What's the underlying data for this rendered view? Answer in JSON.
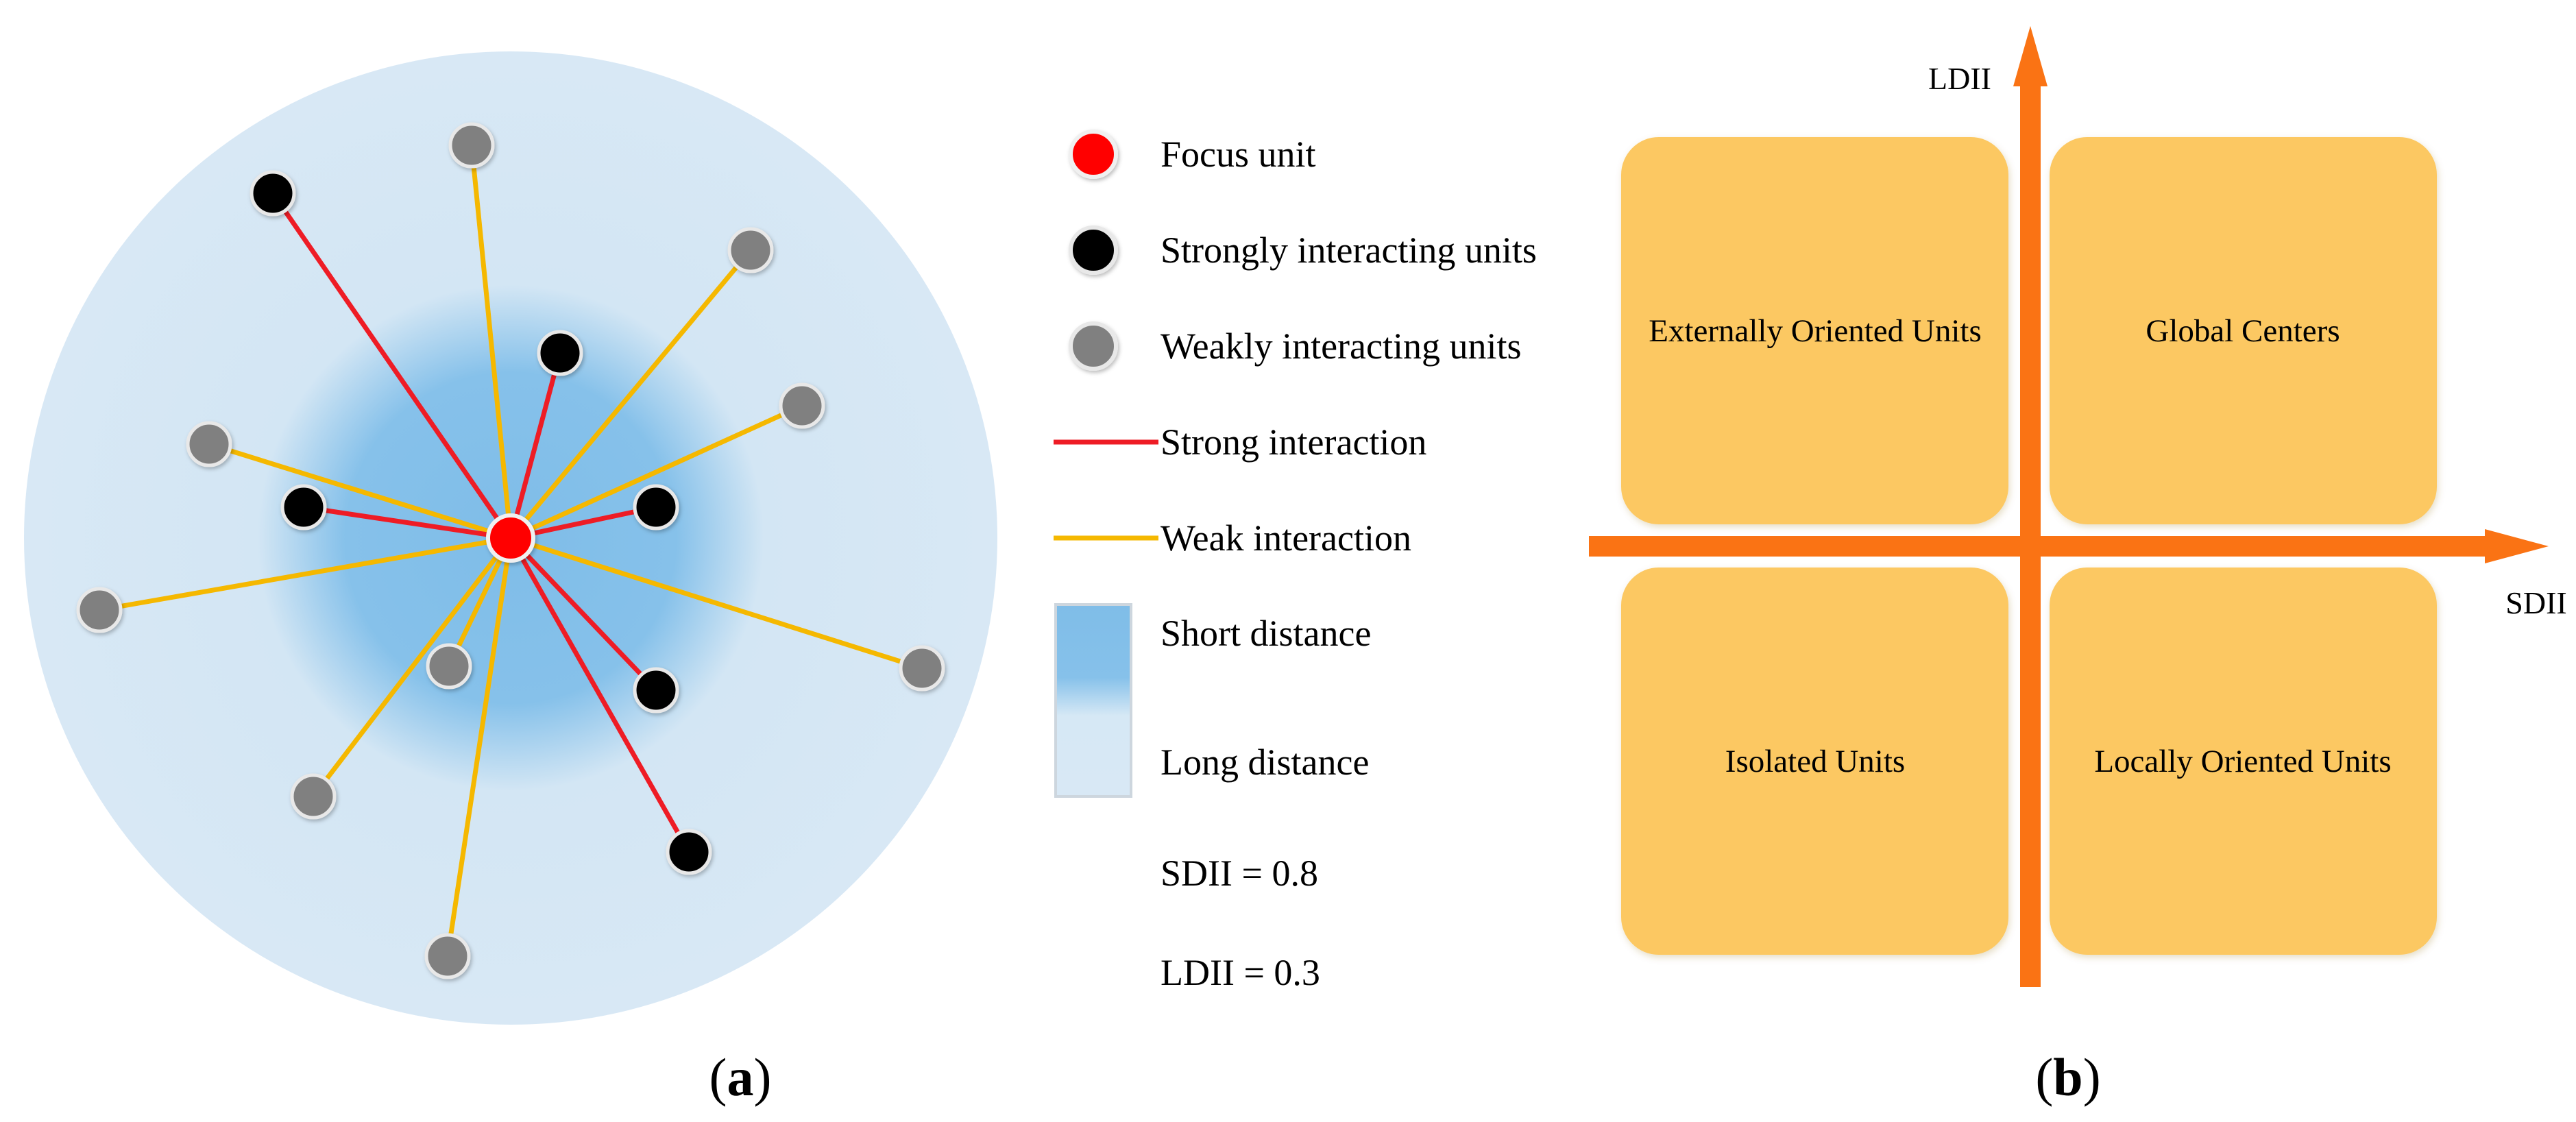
{
  "panel_a": {
    "caption": "(a)",
    "legend": {
      "focus_unit": "Focus unit",
      "strong_units": "Strongly interacting units",
      "weak_units": "Weakly interacting units",
      "strong_interaction": "Strong interaction",
      "weak_interaction": "Weak interaction",
      "short_distance": "Short distance",
      "long_distance": "Long distance"
    },
    "formulas": {
      "sdii": "SDII = 0.8",
      "ldii": "LDII = 0.3"
    },
    "colors": {
      "focus": "#ff0000",
      "strong_unit": "#000000",
      "weak_unit": "#808080",
      "strong_line": "#ee1c25",
      "weak_line": "#f5b800",
      "near_zone": "#7fbde8",
      "far_zone": "#d6e8f5"
    }
  },
  "panel_b": {
    "caption": "(b)",
    "axes": {
      "x_label": "SDII",
      "y_label": "LDII"
    },
    "quadrants": {
      "top_left": "Externally Oriented Units",
      "top_right": "Global Centers",
      "bottom_left": "Isolated Units",
      "bottom_right": "Locally Oriented Units"
    },
    "colors": {
      "quadrant_fill": "#fcc862",
      "axis": "#fa7314"
    }
  }
}
